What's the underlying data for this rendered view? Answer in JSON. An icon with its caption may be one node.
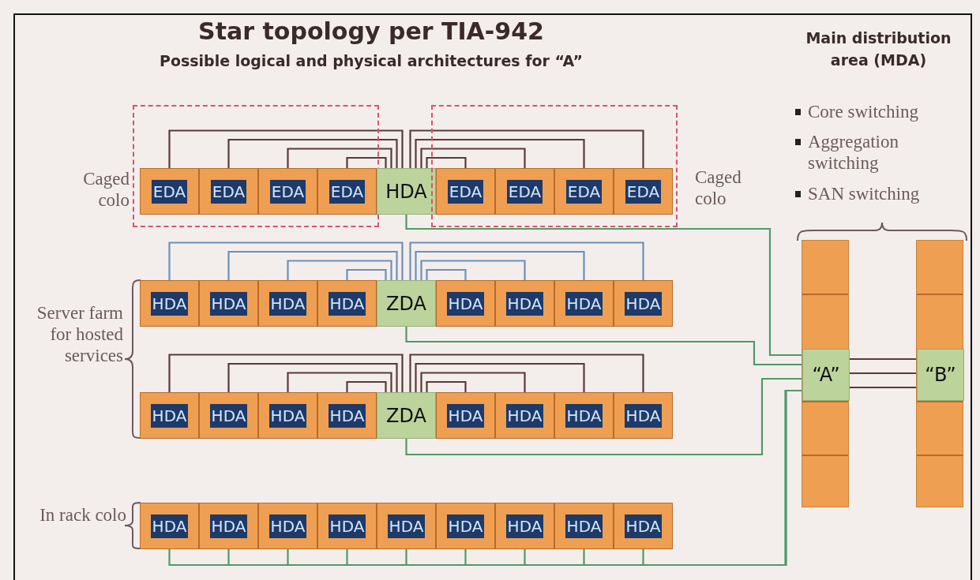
{
  "diagram": {
    "title": "Star topology per TIA-942",
    "nodes": [
      {
        "text": [
          "Caged colo"
        ]
      },
      {
        "text": [
          "EDA"
        ],
        "in": 0
      },
      {
        "text": [
          "EDA"
        ],
        "in": 0
      },
      {
        "text": [
          "EDA"
        ],
        "in": 0
      },
      {
        "text": [
          "EDA"
        ],
        "in": 0
      },
      {
        "text": [
          "HDA"
        ]
      },
      {
        "text": [
          "Caged colo"
        ]
      },
      {
        "text": [
          "EDA"
        ],
        "in": 6
      },
      {
        "text": [
          "EDA"
        ],
        "in": 6
      },
      {
        "text": [
          "EDA"
        ],
        "in": 6
      },
      {
        "text": [
          "EDA"
        ],
        "in": 6
      },
      {
        "text": [
          "HDA"
        ]
      },
      {
        "text": [
          "HDA"
        ]
      },
      {
        "text": [
          "HDA"
        ]
      },
      {
        "text": [
          "HDA"
        ]
      },
      {
        "text": [
          "ZDA"
        ]
      },
      {
        "text": [
          "HDA"
        ]
      },
      {
        "text": [
          "HDA"
        ]
      },
      {
        "text": [
          "HDA"
        ]
      },
      {
        "text": [
          "HDA"
        ]
      },
      {
        "text": [
          "HDA"
        ]
      },
      {
        "text": [
          "HDA"
        ]
      },
      {
        "text": [
          "HDA"
        ]
      },
      {
        "text": [
          "HDA"
        ]
      },
      {
        "text": [
          "ZDA"
        ]
      },
      {
        "text": [
          "HDA"
        ]
      },
      {
        "text": [
          "HDA"
        ]
      },
      {
        "text": [
          "HDA"
        ]
      },
      {
        "text": [
          "HDA"
        ]
      },
      {
        "text": [
          "HDA"
        ]
      },
      {
        "text": [
          "HDA"
        ]
      },
      {
        "text": [
          "HDA"
        ]
      },
      {
        "text": [
          "HDA"
        ]
      },
      {
        "text": [
          "HDA"
        ]
      },
      {
        "text": [
          "HDA"
        ]
      },
      {
        "text": [
          "HDA"
        ]
      },
      {
        "text": [
          "HDA"
        ]
      },
      {
        "text": [
          "HDA"
        ]
      },
      {
        "text": [],
        "shape": "bar"
      },
      {
        "text": [
          "“A”"
        ],
        "in": 38
      },
      {
        "text": [],
        "shape": "bar"
      },
      {
        "text": [
          "“B”"
        ],
        "in": 40
      }
    ],
    "edges": [
      {
        "from": 1,
        "to": 5,
        "arrow": "none"
      },
      {
        "from": 2,
        "to": 5,
        "arrow": "none"
      },
      {
        "from": 3,
        "to": 5,
        "arrow": "none"
      },
      {
        "from": 4,
        "to": 5,
        "arrow": "none"
      },
      {
        "from": 7,
        "to": 5,
        "arrow": "none"
      },
      {
        "from": 8,
        "to": 5,
        "arrow": "none"
      },
      {
        "from": 9,
        "to": 5,
        "arrow": "none"
      },
      {
        "from": 10,
        "to": 5,
        "arrow": "none"
      },
      {
        "from": 5,
        "to": 39,
        "arrow": "none",
        "color": "#4f9a6a"
      },
      {
        "from": 11,
        "to": 15,
        "arrow": "none",
        "color": "#6d8fb8"
      },
      {
        "from": 12,
        "to": 15,
        "arrow": "none",
        "color": "#6d8fb8"
      },
      {
        "from": 13,
        "to": 15,
        "arrow": "none",
        "color": "#6d8fb8"
      },
      {
        "from": 14,
        "to": 15,
        "arrow": "none",
        "color": "#6d8fb8"
      },
      {
        "from": 16,
        "to": 15,
        "arrow": "none",
        "color": "#6d8fb8"
      },
      {
        "from": 17,
        "to": 15,
        "arrow": "none",
        "color": "#6d8fb8"
      },
      {
        "from": 18,
        "to": 15,
        "arrow": "none",
        "color": "#6d8fb8"
      },
      {
        "from": 19,
        "to": 15,
        "arrow": "none",
        "color": "#6d8fb8"
      },
      {
        "from": 15,
        "to": 39,
        "arrow": "none",
        "color": "#4f9a6a"
      },
      {
        "from": 20,
        "to": 24,
        "arrow": "none"
      },
      {
        "from": 21,
        "to": 24,
        "arrow": "none"
      },
      {
        "from": 22,
        "to": 24,
        "arrow": "none"
      },
      {
        "from": 23,
        "to": 24,
        "arrow": "none"
      },
      {
        "from": 25,
        "to": 24,
        "arrow": "none"
      },
      {
        "from": 26,
        "to": 24,
        "arrow": "none"
      },
      {
        "from": 27,
        "to": 24,
        "arrow": "none"
      },
      {
        "from": 28,
        "to": 24,
        "arrow": "none"
      },
      {
        "from": 24,
        "to": 39,
        "arrow": "none",
        "color": "#4f9a6a"
      },
      {
        "from": 29,
        "to": 39,
        "arrow": "none",
        "color": "#4f9a6a"
      },
      {
        "from": 30,
        "to": 39,
        "arrow": "none",
        "color": "#4f9a6a"
      },
      {
        "from": 31,
        "to": 39,
        "arrow": "none",
        "color": "#4f9a6a"
      },
      {
        "from": 32,
        "to": 39,
        "arrow": "none",
        "color": "#4f9a6a"
      },
      {
        "from": 33,
        "to": 39,
        "arrow": "none",
        "color": "#4f9a6a"
      },
      {
        "from": 34,
        "to": 39,
        "arrow": "none",
        "color": "#4f9a6a"
      },
      {
        "from": 35,
        "to": 39,
        "arrow": "none",
        "color": "#4f9a6a"
      },
      {
        "from": 36,
        "to": 39,
        "arrow": "none",
        "color": "#4f9a6a"
      },
      {
        "from": 37,
        "to": 39,
        "arrow": "none",
        "color": "#4f9a6a"
      },
      {
        "from": 39,
        "to": 41,
        "arrow": "none"
      },
      {
        "from": 39,
        "to": 41,
        "arrow": "none"
      },
      {
        "from": 39,
        "to": 41,
        "arrow": "none"
      }
    ],
    "labels": [
      "Possible logical and physical architectures for “A”",
      "Server farm for hosted services",
      "In rack colo",
      "Main distribution area (MDA)",
      "Core switching",
      "Aggregation switching",
      "SAN switching"
    ]
  }
}
